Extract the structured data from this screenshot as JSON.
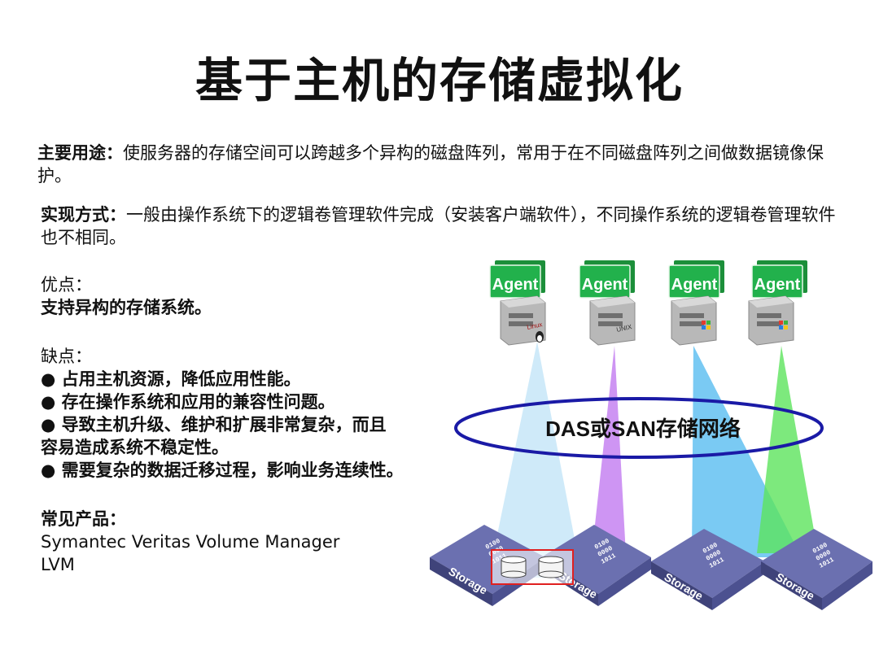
{
  "title": "基于主机的存储虚拟化",
  "usage": {
    "label": "主要用途：",
    "text": "使服务器的存储空间可以跨越多个异构的磁盘阵列，常用于在不同磁盘阵列之间做数据镜像保护。"
  },
  "implementation": {
    "label": "实现方式：",
    "text": "一般由操作系统下的逻辑卷管理软件完成（安装客户端软件），不同操作系统的逻辑卷管理软件也不相同。"
  },
  "advantages": {
    "label": "优点：",
    "text": "支持异构的存储系统。"
  },
  "disadvantages": {
    "label": "缺点：",
    "items": [
      "● 占用主机资源，降低应用性能。",
      "● 存在操作系统和应用的兼容性问题。",
      "● 导致主机升级、维护和扩展非常复杂，而且",
      "容易造成系统不稳定性。",
      "● 需要复杂的数据迁移过程，影响业务连续性。"
    ]
  },
  "products": {
    "label": "常见产品：",
    "items": [
      "Symantec Veritas Volume Manager",
      "LVM"
    ]
  },
  "diagram": {
    "agents": [
      "Agent",
      "Agent",
      "Agent",
      "Agent"
    ],
    "host_os": [
      "Linux",
      "UNIX",
      "windows",
      "windows"
    ],
    "network_label": "DAS或SAN存储网络",
    "storage_labels": [
      "Storage",
      "Storage",
      "Storage",
      "Storage"
    ],
    "storage_bits": [
      "0100",
      "0000",
      "1011"
    ],
    "colors": {
      "agent_green": "#22b14c",
      "server_gray": "#b8b8b8",
      "storage_blue": "#5a5f9e",
      "ellipse_blue": "#1a1aa6",
      "beam_lightblue": "#bfe3f7",
      "beam_purple": "#c27bf0",
      "beam_blue": "#4db8ef",
      "beam_green": "#5de35d",
      "highlight_red": "#e02020"
    }
  }
}
